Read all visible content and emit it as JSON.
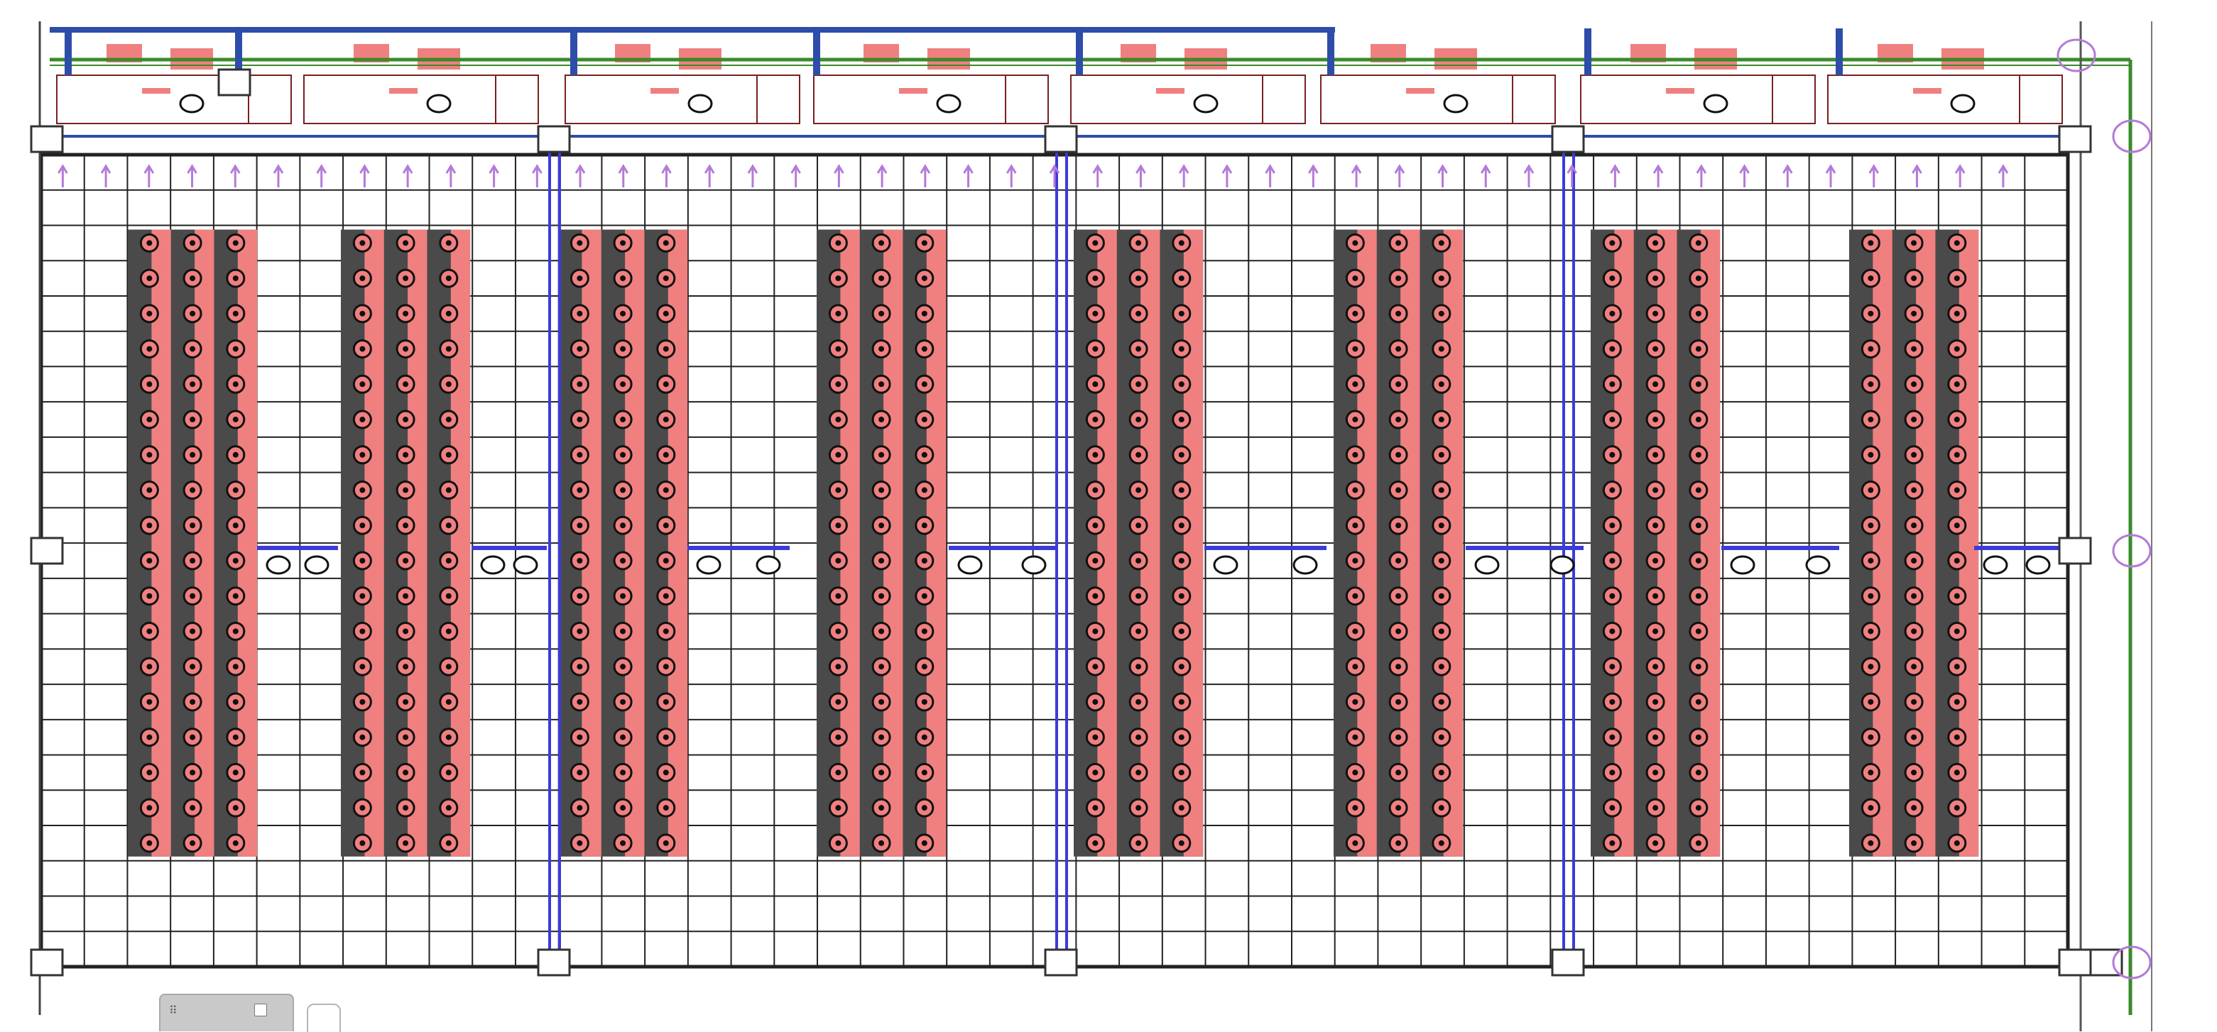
{
  "app": {
    "canvas_background": "#ffffff"
  },
  "colors": {
    "grid_line": "#222222",
    "fixture_dark": "#4a4a4a",
    "fixture_highlight": "#f08080",
    "supply_duct": "#2e4da8",
    "return_duct": "#3a8a2a",
    "ceiling_beam": "#3b3bdc",
    "annotation": "#b47ad8",
    "selection_square": "#ffffff"
  },
  "drawing": {
    "rooms": 8,
    "selection_markers": 14,
    "flow_direction": "up"
  },
  "icons": {
    "layout_tab_grip": "grip-icon",
    "layout_tab_close": "close-icon",
    "add_tab": "plus-icon"
  }
}
